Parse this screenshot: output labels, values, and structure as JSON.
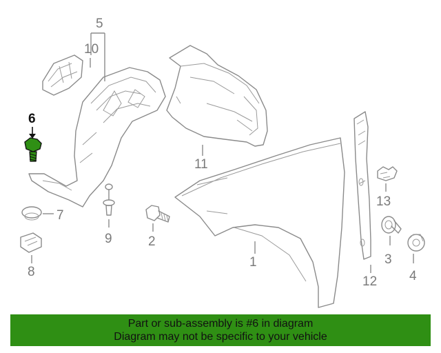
{
  "diagram": {
    "callouts": [
      {
        "id": "1",
        "label": "1"
      },
      {
        "id": "2",
        "label": "2"
      },
      {
        "id": "3",
        "label": "3"
      },
      {
        "id": "4",
        "label": "4"
      },
      {
        "id": "5",
        "label": "5"
      },
      {
        "id": "6",
        "label": "6"
      },
      {
        "id": "7",
        "label": "7"
      },
      {
        "id": "8",
        "label": "8"
      },
      {
        "id": "9",
        "label": "9"
      },
      {
        "id": "10",
        "label": "10"
      },
      {
        "id": "11",
        "label": "11"
      },
      {
        "id": "12",
        "label": "12"
      },
      {
        "id": "13",
        "label": "13"
      }
    ],
    "highlighted_part": "6",
    "highlight_color": "#2f8f14",
    "line_color": "#8a8a8a"
  },
  "banner": {
    "line1": "Part or sub-assembly is #6 in diagram",
    "line2": "Diagram may not be specific to your vehicle",
    "background": "#2f8f14"
  }
}
